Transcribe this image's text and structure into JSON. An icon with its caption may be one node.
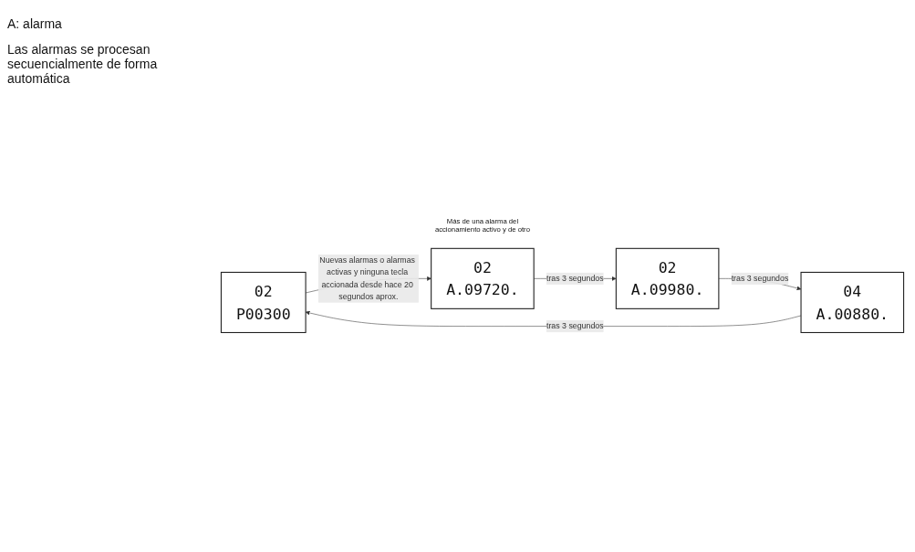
{
  "diagram": {
    "nodes": [
      {
        "text": [
          "02",
          "P00300"
        ]
      },
      {
        "text": [
          "02",
          "A.09720."
        ],
        "beside": [
          "Más de una alarma del accionamiento activo y de otro"
        ]
      },
      {
        "text": [
          "02",
          "A.09980."
        ]
      },
      {
        "text": [
          "04",
          "A.00880."
        ]
      }
    ],
    "edges": [
      {
        "from": 0,
        "to": 1,
        "arrow": "to",
        "label": "Nuevas alarmas o alarmas activas y ninguna tecla accionada desde hace 20 segundos aprox."
      },
      {
        "from": 1,
        "to": 2,
        "arrow": "to",
        "label": "tras 3 segundos"
      },
      {
        "from": 2,
        "to": 3,
        "arrow": "to",
        "label": "tras 3 segundos"
      },
      {
        "from": 3,
        "to": 0,
        "arrow": "to",
        "label": "tras 3 segundos"
      }
    ],
    "labels": [
      "A: alarma",
      "Las alarmas se procesan secuencialmente de forma automática"
    ]
  }
}
